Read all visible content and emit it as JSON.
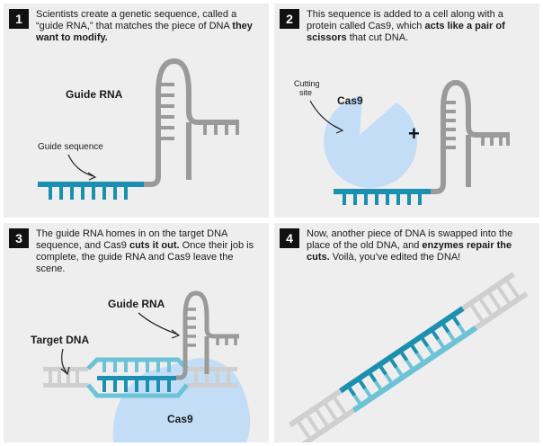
{
  "colors": {
    "panel_bg": "#eeeeee",
    "dna_blue": "#1a8fb0",
    "dna_light": "#6cc3d5",
    "rna_gray": "#9a9a9a",
    "cas9_blue": "#c3ddf6",
    "old_dna_gray": "#cfcfcf"
  },
  "panels": [
    {
      "number": "1",
      "text_1": "Scientists create a genetic sequence, called a “guide RNA,” that matches the piece of DNA ",
      "bold_1": "they want to modify.",
      "label_guide_rna": "Guide RNA",
      "label_guide_sequence": "Guide sequence"
    },
    {
      "number": "2",
      "text_1": "This sequence is added to a cell along with a protein called Cas9, which ",
      "bold_1": "acts like a pair of scissors",
      "text_2": " that cut DNA.",
      "label_cutting": "Cutting",
      "label_site": "site",
      "label_cas9": "Cas9",
      "plus": "+"
    },
    {
      "number": "3",
      "text_1": "The guide RNA homes in on the target DNA sequence, and Cas9 ",
      "bold_1": "cuts it out.",
      "text_2": " Once their job is complete, the guide RNA and Cas9 leave the scene.",
      "label_guide_rna": "Guide RNA",
      "label_target_dna": "Target DNA",
      "label_cas9": "Cas9"
    },
    {
      "number": "4",
      "text_1": "Now, another piece of DNA is swapped into the place of the old DNA, and ",
      "bold_1": "enzymes repair the cuts.",
      "text_2": " Voilà, you’ve edited the DNA!"
    }
  ]
}
